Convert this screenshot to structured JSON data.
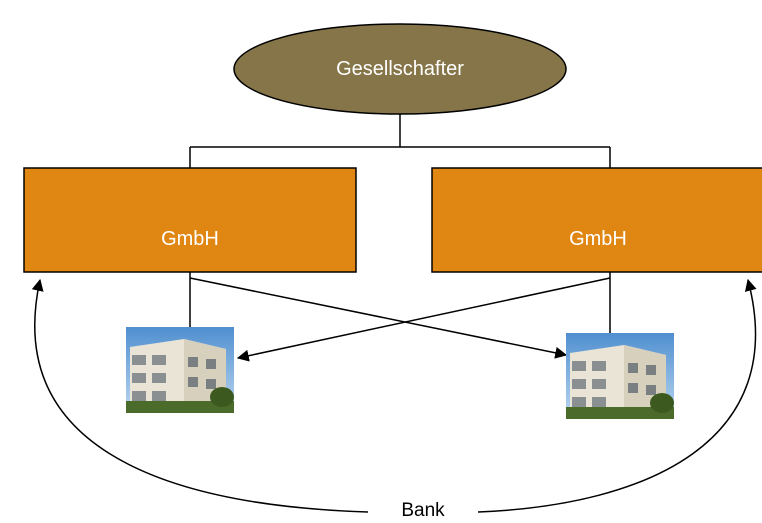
{
  "nodes": {
    "owner": "Gesellschafter",
    "company_left": "GmbH",
    "company_right": "GmbH",
    "bank": "Bank"
  },
  "colors": {
    "owner_fill": "#857548",
    "company_fill": "#e08612",
    "line": "#000000"
  },
  "icons": [
    "building-photo-icon",
    "building-photo-icon"
  ]
}
